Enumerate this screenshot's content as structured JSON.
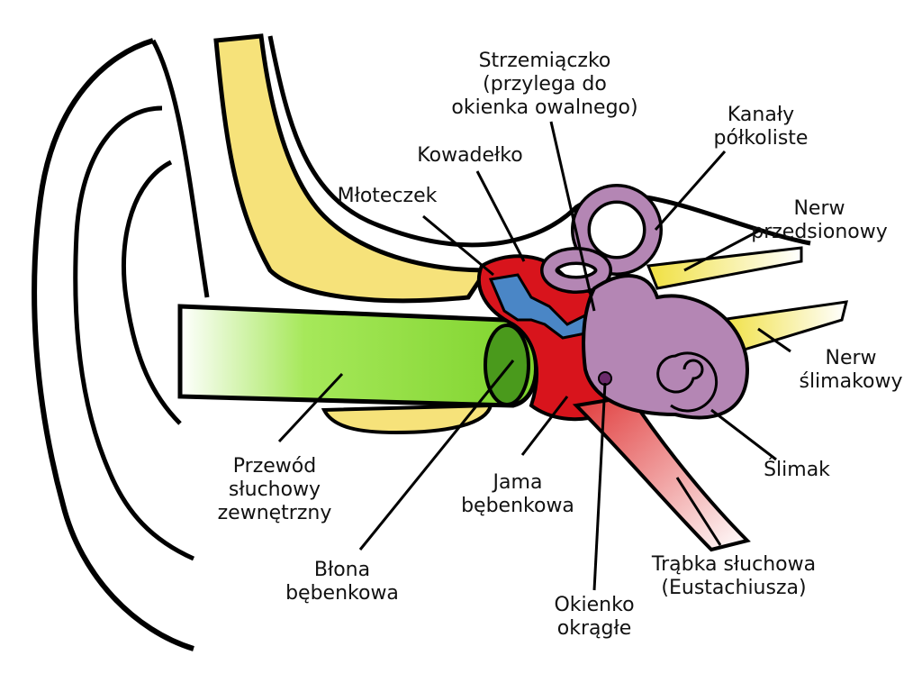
{
  "labels": {
    "stapes": [
      "Strzemiączko",
      "(przylega do",
      "okienka owalnego)"
    ],
    "semicircular_canals": [
      "Kanały",
      "półkoliste"
    ],
    "incus": [
      "Kowadełko"
    ],
    "malleus": [
      "Młoteczek"
    ],
    "vestibular_nerve": [
      "Nerw",
      "przedsionowy"
    ],
    "cochlear_nerve": [
      "Nerw",
      "ślimakowy"
    ],
    "cochlea": [
      "Ślimak"
    ],
    "ear_canal": [
      "Przewód",
      "słuchowy",
      "zewnętrzny"
    ],
    "tympanic_cavity": [
      "Jama",
      "bębenkowa"
    ],
    "eardrum": [
      "Błona",
      "bębenkowa"
    ],
    "eustachian_tube": [
      "Trąbka słuchowa",
      "(Eustachiusza)"
    ],
    "round_window": [
      "Okienko",
      "okrągłe"
    ]
  },
  "colors": {
    "bone": "#f6e27a",
    "canal": "#8fdc3c",
    "eardrum": "#4a9a1c",
    "cavity": "#d8141c",
    "ossicles": "#4a86c6",
    "inner_ear": "#b486b4",
    "nerve": "#f0e040"
  }
}
